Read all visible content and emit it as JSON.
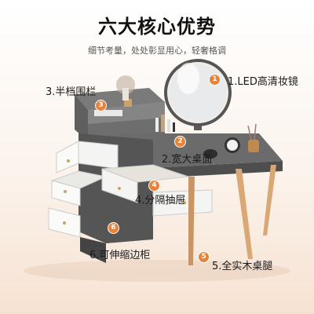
{
  "header": {
    "title": "六大核心优势",
    "subtitle": "细节考量，处处彰显用心，轻奢格调"
  },
  "features": [
    {
      "num": "1",
      "label": "1.LED高清妆镜"
    },
    {
      "num": "2",
      "label": "2.宽大桌面"
    },
    {
      "num": "3",
      "label": "3.半档围栏"
    },
    {
      "num": "4",
      "label": "4.分隔抽屉"
    },
    {
      "num": "5",
      "label": "5.全实木桌腿"
    },
    {
      "num": "6",
      "label": "6.可伸缩边柜"
    }
  ],
  "colors": {
    "accent": "#e8833a",
    "desk_gray": "#6b6b6b",
    "drawer_white": "#f4f4f2",
    "wood": "#d9a874"
  }
}
